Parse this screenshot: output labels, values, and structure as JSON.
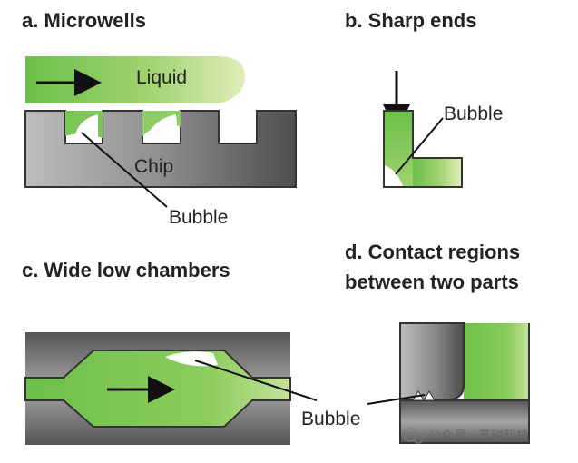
{
  "panels": {
    "a": {
      "title": "a. Microwells",
      "liquid_label": "Liquid",
      "chip_label": "Chip",
      "bubble_label": "Bubble"
    },
    "b": {
      "title": "b. Sharp ends",
      "bubble_label": "Bubble"
    },
    "c": {
      "title": "c. Wide low chambers",
      "bubble_label": "Bubble"
    },
    "d": {
      "title_line1": "d. Contact regions",
      "title_line2": "between two parts"
    }
  },
  "watermark": {
    "text": "公众号 · 苏磁科技"
  },
  "colors": {
    "liquid_green": "#6cc04a",
    "chip_grey": "#8a8a8a",
    "outline": "#333333",
    "text": "#222222"
  }
}
